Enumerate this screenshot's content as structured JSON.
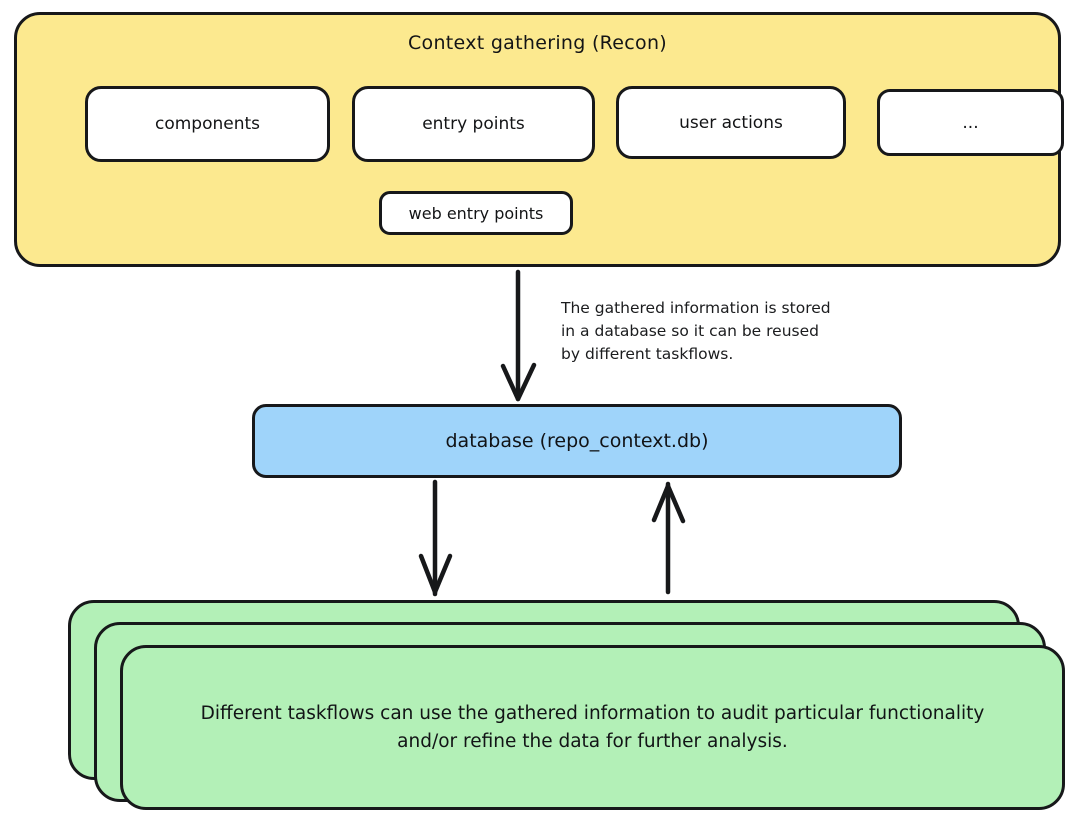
{
  "diagram": {
    "title": "Context gathering (Recon)",
    "recon": {
      "label": "Context gathering (Recon)",
      "items": [
        {
          "id": "components",
          "label": "components"
        },
        {
          "id": "entry-points",
          "label": "entry points"
        },
        {
          "id": "user-actions",
          "label": "user actions"
        },
        {
          "id": "more",
          "label": "..."
        },
        {
          "id": "web-entry-points",
          "label": "web entry points"
        }
      ]
    },
    "annotation": {
      "text": "The gathered information is stored\nin a database so it can be reused\nby different taskflows."
    },
    "database": {
      "label": "database (repo_context.db)"
    },
    "taskflows": {
      "text": "Different taskflows can use the gathered information to audit particular functionality\nand/or refine the data for further analysis.",
      "stack_count": 3
    },
    "arrows": [
      {
        "id": "recon-to-database",
        "from": "recon-panel",
        "to": "database",
        "direction": "down"
      },
      {
        "id": "database-to-taskflows",
        "from": "database",
        "to": "taskflow-cards",
        "direction": "down"
      },
      {
        "id": "taskflows-to-database",
        "from": "taskflow-cards",
        "to": "database",
        "direction": "up"
      }
    ],
    "colors": {
      "recon_fill": "#FCE98F",
      "chip_fill": "#FFFFFF",
      "database_fill": "#9FD4FA",
      "taskflow_fill": "#B3F0B7",
      "stroke": "#17181A",
      "background": "#FFFFFF"
    }
  }
}
